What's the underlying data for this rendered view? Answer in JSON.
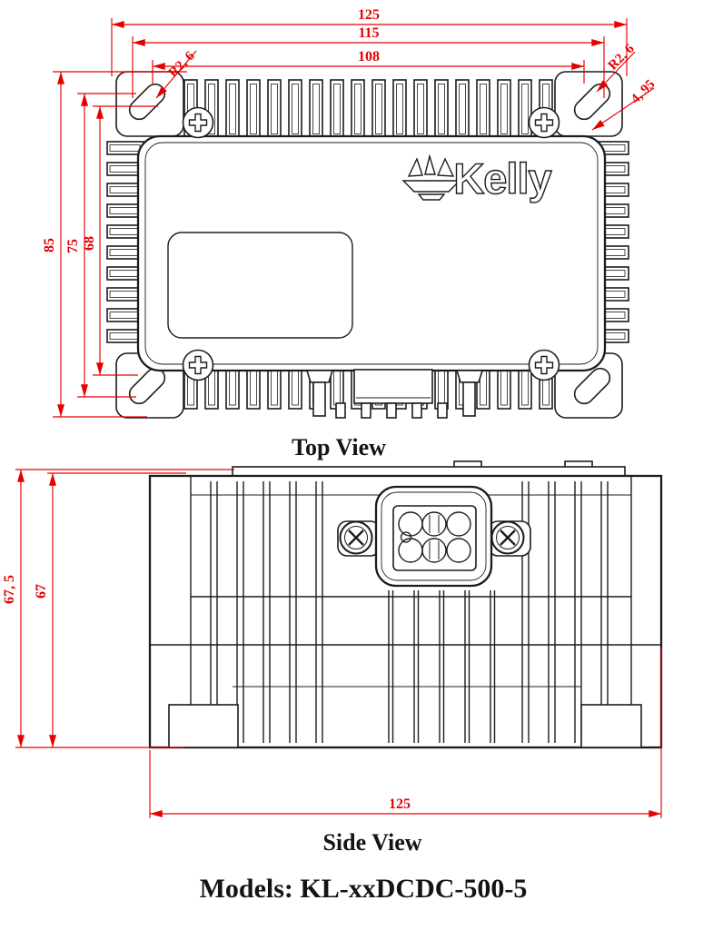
{
  "colors": {
    "dimension_red": "#e60000",
    "drawing_line": "#1c1c1c",
    "background": "#ffffff"
  },
  "brand": {
    "name": "Kelly"
  },
  "labels": {
    "top_view": "Top View",
    "side_view": "Side View",
    "models": "Models: KL-xxDCDC-500-5"
  },
  "dimensions": {
    "top_view": {
      "overall_width": "125",
      "mounting_width": "115",
      "fin_width": "108",
      "overall_height": "85",
      "mounting_height": "75",
      "fin_height": "68",
      "slot_radius_left": "R2, 6",
      "slot_radius_right": "R2, 6",
      "slot_width": "4, 95"
    },
    "side_view": {
      "overall_height": "67, 5",
      "body_height": "67",
      "overall_width": "125"
    }
  }
}
